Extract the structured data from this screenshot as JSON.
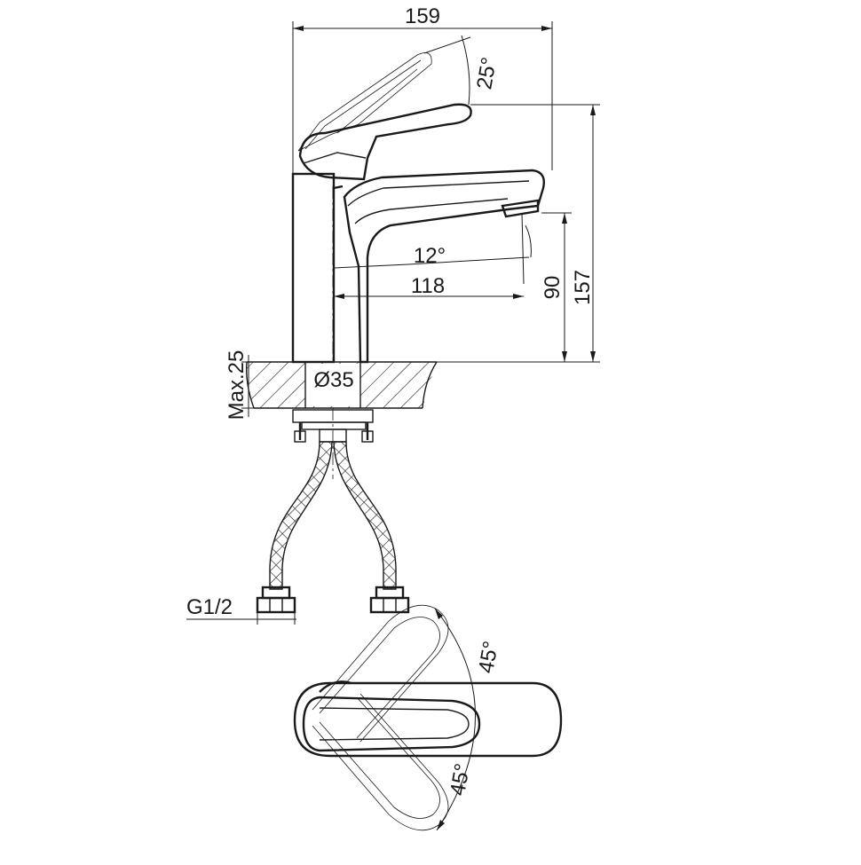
{
  "dimensions": {
    "total_length": "159",
    "lever_angle": "25°",
    "spout_angle": "12°",
    "spout_reach": "118",
    "spout_height": "90",
    "total_height": "157",
    "body_diameter": "Ø35",
    "max_deck_thickness": "Max.25",
    "connection_thread": "G1/2",
    "rotation_angle_top": "45°",
    "rotation_angle_bottom": "45°"
  },
  "colors": {
    "line": "#1a1a1a",
    "background": "#ffffff"
  }
}
